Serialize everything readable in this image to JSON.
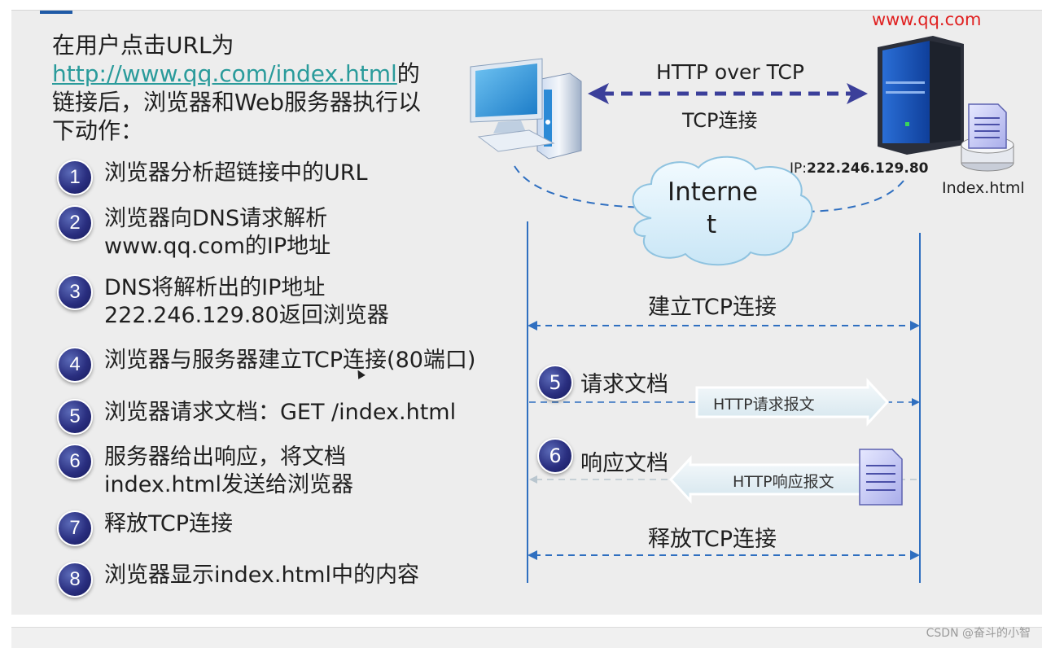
{
  "intro": {
    "line1": "在用户点击URL为",
    "link": "http://www.qq.com/index.html",
    "line2_suffix": "的",
    "line3": "链接后，浏览器和Web服务器执行以",
    "line4": "下动作："
  },
  "steps": [
    {
      "num": "1",
      "text": "浏览器分析超链接中的URL"
    },
    {
      "num": "2",
      "text": "浏览器向DNS请求解析",
      "text2": "www.qq.com的IP地址"
    },
    {
      "num": "3",
      "text": "DNS将解析出的IP地址",
      "text2": "222.246.129.80返回浏览器"
    },
    {
      "num": "4",
      "text": "浏览器与服务器建立TCP连接(80端口)"
    },
    {
      "num": "5",
      "text": "浏览器请求文档：GET /index.html"
    },
    {
      "num": "6",
      "text": "服务器给出响应，将文档",
      "text2": "index.html发送给浏览器"
    },
    {
      "num": "7",
      "text": "释放TCP连接"
    },
    {
      "num": "8",
      "text": "浏览器显示index.html中的内容"
    }
  ],
  "diagram": {
    "server_domain": "www.qq.com",
    "http_over_tcp": "HTTP over TCP",
    "tcp_connection": "TCP连接",
    "ip_prefix": "IP:",
    "ip_value": "222.246.129.80",
    "file_name": "Index.html",
    "internet_line1": "Interne",
    "internet_line2": "t",
    "establish_tcp": "建立TCP连接",
    "request_badge": "5",
    "request_doc": "请求文档",
    "http_request": "HTTP请求报文",
    "response_badge": "6",
    "response_doc": "响应文档",
    "http_response": "HTTP响应报文",
    "release_tcp": "释放TCP连接"
  },
  "watermark": "CSDN @奋斗的小智",
  "colors": {
    "badge": "#2a2f80",
    "arrow_blue": "#2f6fc0",
    "arrow_purple": "#3b3f9a",
    "domain_red": "#e02020",
    "link_teal": "#2a9b9b"
  }
}
